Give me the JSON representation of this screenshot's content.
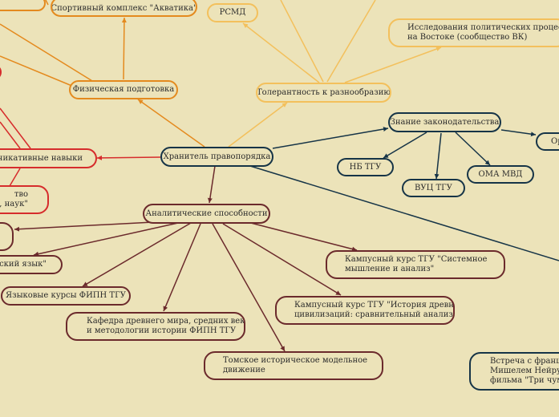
{
  "colors": {
    "background": "#ece3b9",
    "navy": "#163447",
    "maroon": "#6b2a2c",
    "orange": "#e48a1e",
    "amber": "#f3c05c",
    "red": "#d62c2c"
  },
  "nodes": {
    "root": "Хранитель правопорядка",
    "law": "Знание законодательства",
    "analytic": "Аналитические способности",
    "physical": "Физическая подготовка",
    "tolerance": "Толерантность к разнообразию",
    "communication": "оммуникативные навыки",
    "akvatika": "Спортивный комплекс \"Акватика\"",
    "rsmd": "РСМД",
    "vk_research": "Исследования политических процессов\nна Востоке (сообщество ВК)",
    "nb_tgu": "НБ ТГУ",
    "vuc_tgu": "ВУЦ ТГУ",
    "oma_mvd": "ОМА МВД",
    "org_partial": "Ор",
    "course_systems": "Кампусный курс ТГУ \"Системное\nмышление и анализ\"",
    "course_history": "Кампусный курс ТГУ \"История древних\nцивилизаций: сравнительный анализ\"",
    "department": "Кафедра древнего мира, средних веков\nи методологии истории ФИПН ТГУ",
    "tomsk_movement": "Томское историческое модельное\nдвижение",
    "language_courses": "Языковые курсы ФИПН ТГУ",
    "latin_partial": "тинский язык\"",
    "science_partial": "тво\nе, наук\"",
    "french_meeting": "Встреча с французс\nМишелем Нейру и п\nфильма \"Три чума\""
  }
}
